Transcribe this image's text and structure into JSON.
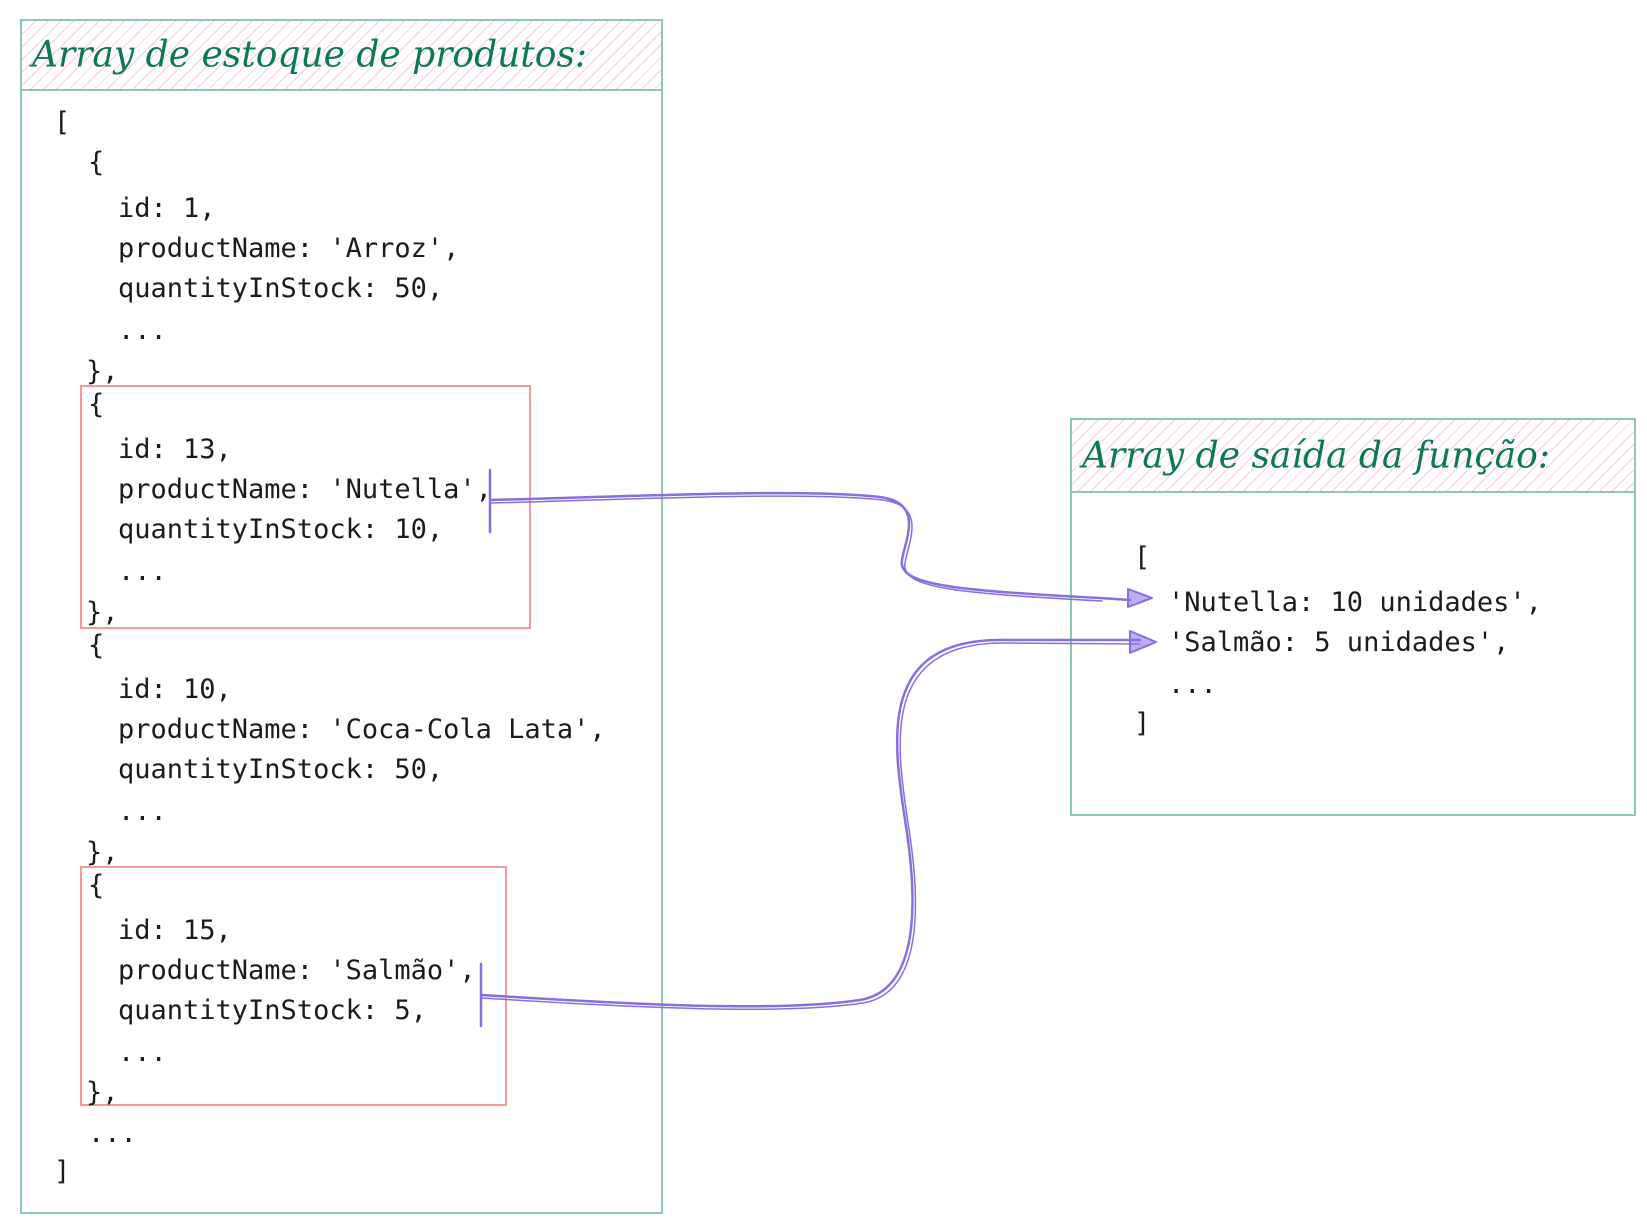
{
  "stock_panel": {
    "title": "Array de estoque de produtos:",
    "lines": [
      "[",
      "{",
      "id: 1,",
      "productName: 'Arroz',",
      "quantityInStock: 50,",
      "...",
      "},",
      "{",
      "id: 13,",
      "productName: 'Nutella',",
      "quantityInStock: 10,",
      "...",
      "},",
      "{",
      "id: 10,",
      "productName: 'Coca-Cola Lata',",
      "quantityInStock: 50,",
      "...",
      "},",
      "{",
      "id: 15,",
      "productName: 'Salmão',",
      "quantityInStock: 5,",
      "...",
      "},",
      "...",
      "]"
    ]
  },
  "output_panel": {
    "title": "Array de saída da função:",
    "lines": [
      "[",
      "'Nutella: 10 unidades',",
      "'Salmão: 5 unidades',",
      "...",
      "]"
    ]
  },
  "colors": {
    "panel_border": "#8fc9ad",
    "title_text": "#0b7a4e",
    "highlight_border": "#f29a9a",
    "arrow": "#8a6ee0"
  }
}
